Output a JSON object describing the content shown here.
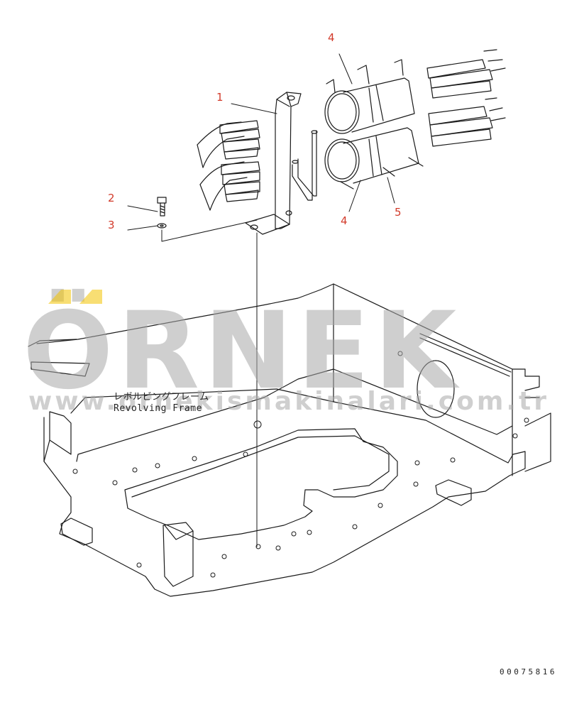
{
  "callouts": [
    {
      "id": "c1",
      "label": "1"
    },
    {
      "id": "c2",
      "label": "2"
    },
    {
      "id": "c3",
      "label": "3"
    },
    {
      "id": "c4a",
      "label": "4"
    },
    {
      "id": "c4b",
      "label": "4"
    },
    {
      "id": "c5",
      "label": "5"
    }
  ],
  "frame_label": {
    "jp": "レボルビングフレーム",
    "en": "Revolving Frame"
  },
  "watermark": {
    "brand": "ÖRNEK",
    "url": "www.ornekismakinalari.com.tr"
  },
  "document_number": "00075816",
  "colors": {
    "line": "#1a1a1a",
    "callout": "#d23a2a",
    "watermark": "#a9a9a9",
    "watermark_accent": "#f2c200"
  }
}
